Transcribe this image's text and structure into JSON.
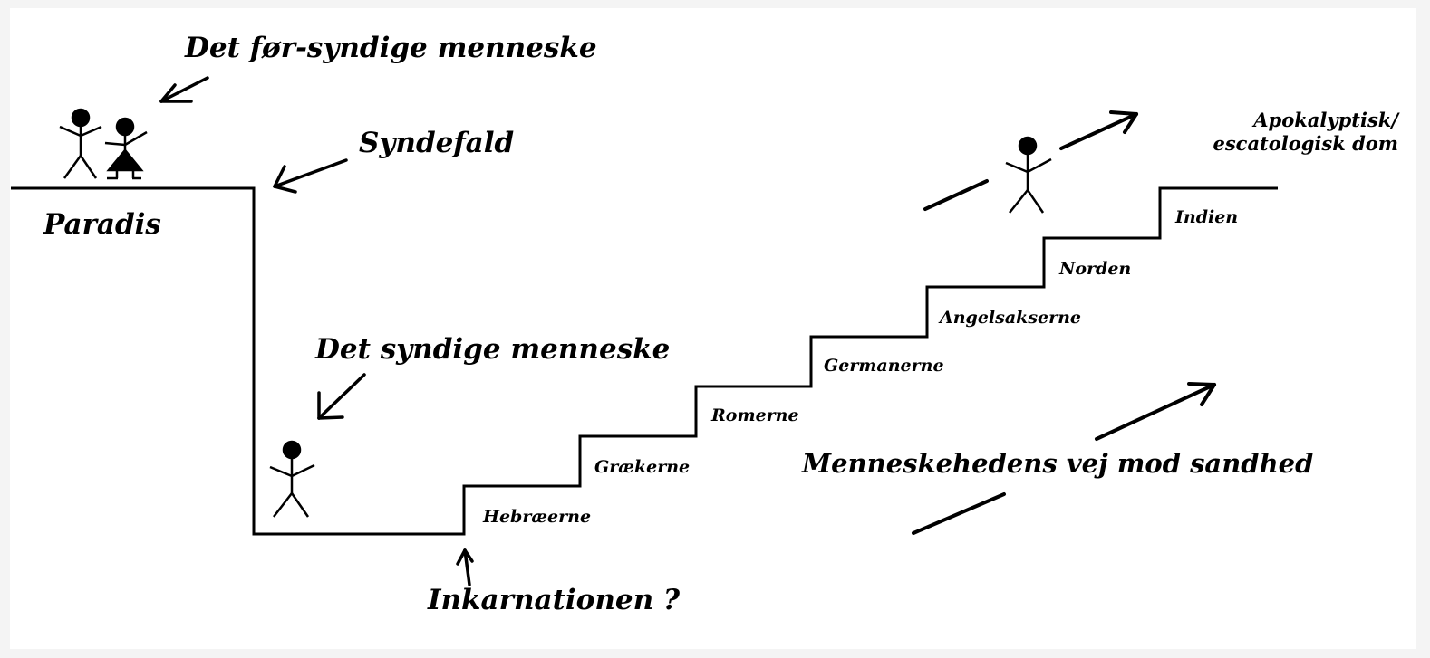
{
  "labels": {
    "pre_sinful_human": "Det før-syndige menneske",
    "fall": "Syndefald",
    "paradise": "Paradis",
    "sinful_human": "Det syndige menneske",
    "incarnation": "Inkarnationen ?",
    "apocalypse_line1": "Apokalyptisk/",
    "apocalypse_line2": "escatologisk dom",
    "humanity_path": "Menneskehedens vej mod sandhed"
  },
  "steps": [
    "Hebræerne",
    "Grækerne",
    "Romerne",
    "Germanerne",
    "Angelsakserne",
    "Norden",
    "Indien"
  ],
  "colors": {
    "line": "#000000",
    "background": "#ffffff",
    "frame": "#f4f4f4"
  }
}
